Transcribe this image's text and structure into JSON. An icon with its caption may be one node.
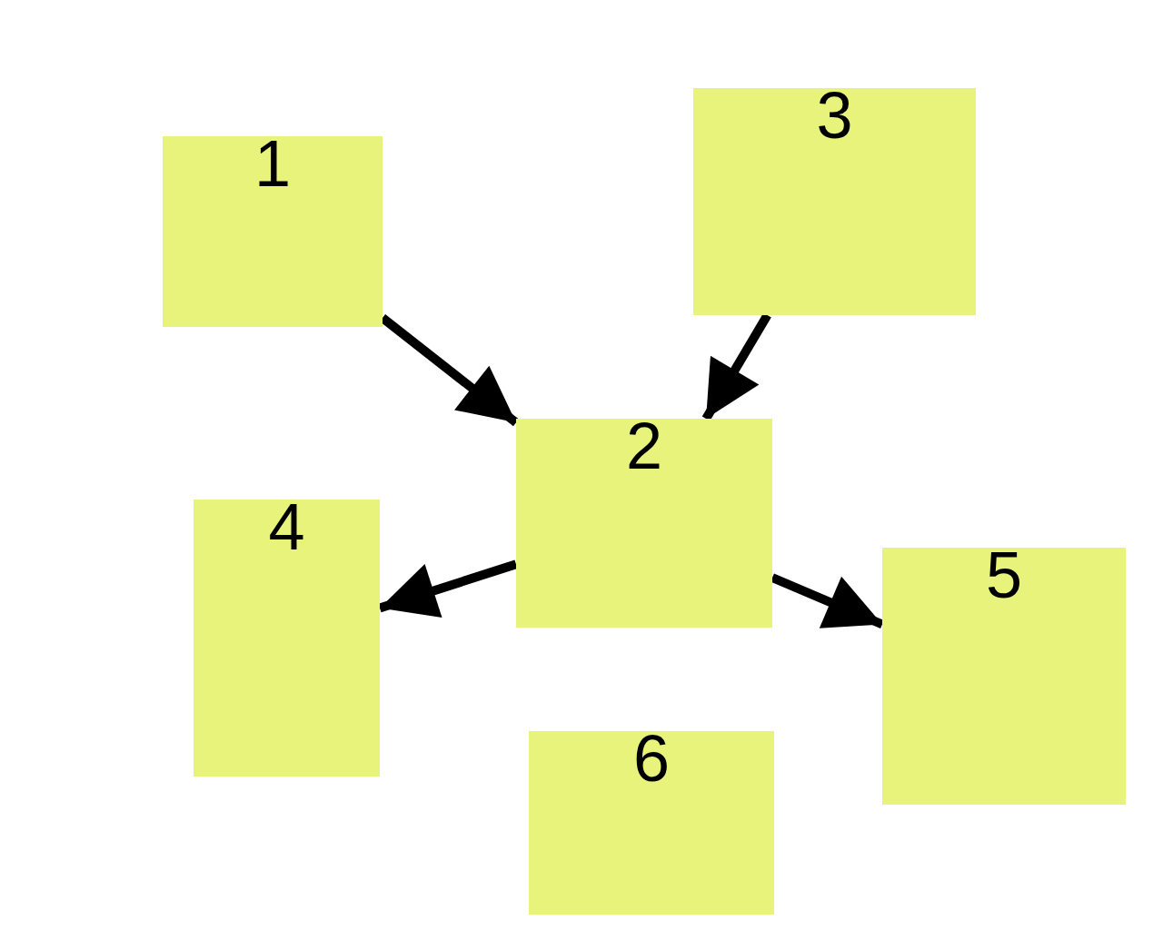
{
  "diagram": {
    "nodes": [
      {
        "text": [
          "1"
        ]
      },
      {
        "text": [
          "2"
        ]
      },
      {
        "text": [
          "3"
        ]
      },
      {
        "text": [
          "4"
        ]
      },
      {
        "text": [
          "5"
        ]
      },
      {
        "text": [
          "6"
        ]
      }
    ],
    "edges": [
      {
        "from": 0,
        "to": 1,
        "arrow": "to"
      },
      {
        "from": 2,
        "to": 1,
        "arrow": "to"
      },
      {
        "from": 1,
        "to": 3,
        "arrow": "to"
      },
      {
        "from": 1,
        "to": 4,
        "arrow": "to"
      }
    ]
  }
}
